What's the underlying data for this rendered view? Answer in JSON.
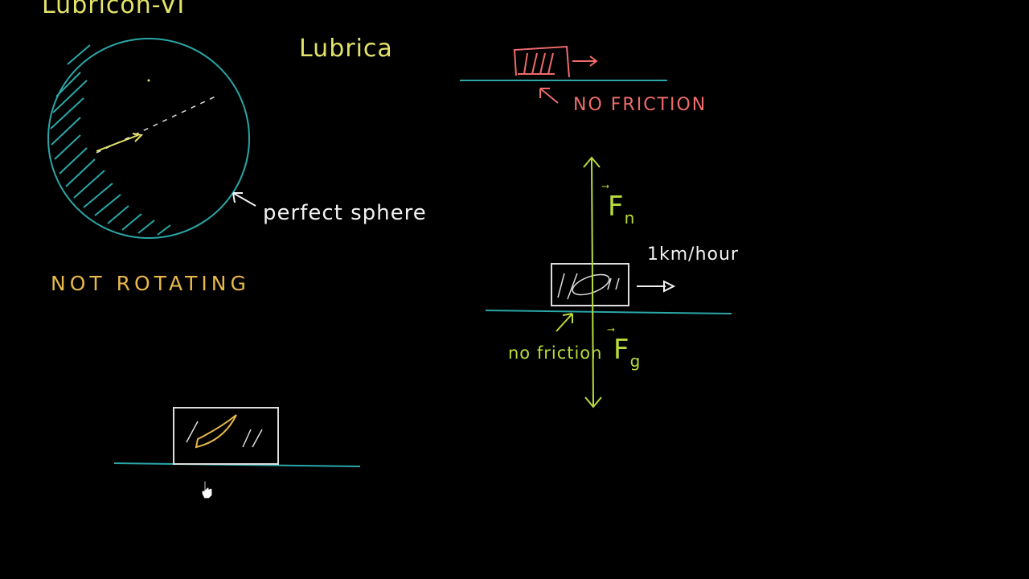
{
  "title": "Lubricon-VI",
  "planet_name": "Lubrica",
  "sphere_label": "perfect sphere",
  "rotation_note": "NOT ROTATING",
  "top_diagram": {
    "friction_label": "NO FRICTION"
  },
  "force_diagram": {
    "normal_force": "F",
    "normal_sub": "n",
    "gravity_force": "F",
    "gravity_sub": "g",
    "speed_label": "1km/hour",
    "friction_label": "no friction"
  },
  "colors": {
    "background": "#000000",
    "teal_lines": "#2ba7a8",
    "yellow_text": "#e3e36a",
    "red_text": "#f06b6b",
    "green_text": "#b9dc3c",
    "orange_text": "#e8b84a",
    "white_text": "#f2f2f2"
  },
  "cursor_icon": "hand-pointer-icon"
}
